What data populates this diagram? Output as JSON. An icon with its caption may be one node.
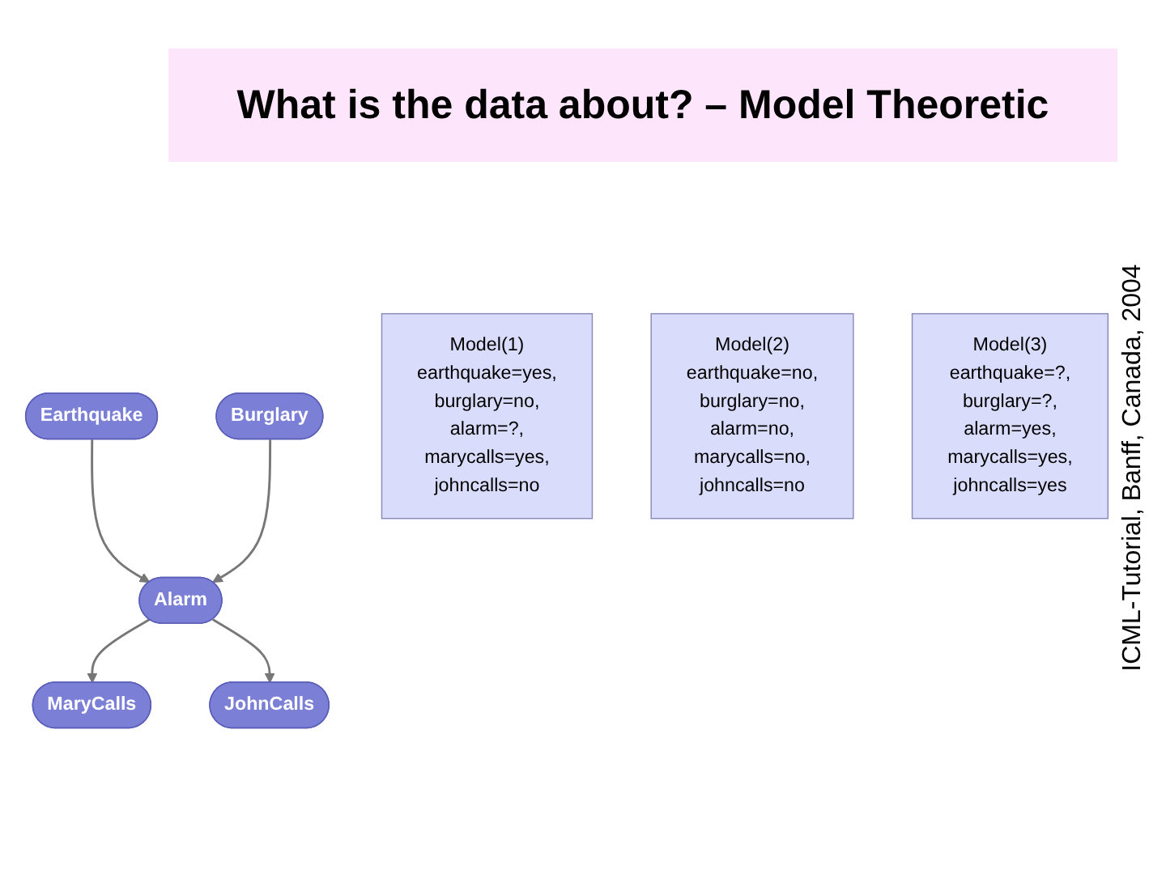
{
  "diagram": {
    "title": "What is the data about? – Model Theoretic",
    "nodes": [
      {
        "text": [
          "Earthquake"
        ]
      },
      {
        "text": [
          "Burglary"
        ]
      },
      {
        "text": [
          "Alarm"
        ]
      },
      {
        "text": [
          "MaryCalls"
        ]
      },
      {
        "text": [
          "JohnCalls"
        ]
      },
      {
        "text": [
          "Model(1)",
          "earthquake=yes,",
          "burglary=no,",
          "alarm=?,",
          "marycalls=yes,",
          "johncalls=no"
        ]
      },
      {
        "text": [
          "Model(2)",
          "earthquake=no,",
          "burglary=no,",
          "alarm=no,",
          "marycalls=no,",
          "johncalls=no"
        ]
      },
      {
        "text": [
          "Model(3)",
          "earthquake=?,",
          "burglary=?,",
          "alarm=yes,",
          "marycalls=yes,",
          "johncalls=yes"
        ]
      }
    ],
    "edges": [
      {
        "from": 0,
        "to": 2,
        "arrow": "to"
      },
      {
        "from": 1,
        "to": 2,
        "arrow": "to"
      },
      {
        "from": 2,
        "to": 3,
        "arrow": "to"
      },
      {
        "from": 2,
        "to": 4,
        "arrow": "to"
      }
    ],
    "labels": [
      "ICML-Tutorial, Banff, Canada, 2004"
    ]
  }
}
